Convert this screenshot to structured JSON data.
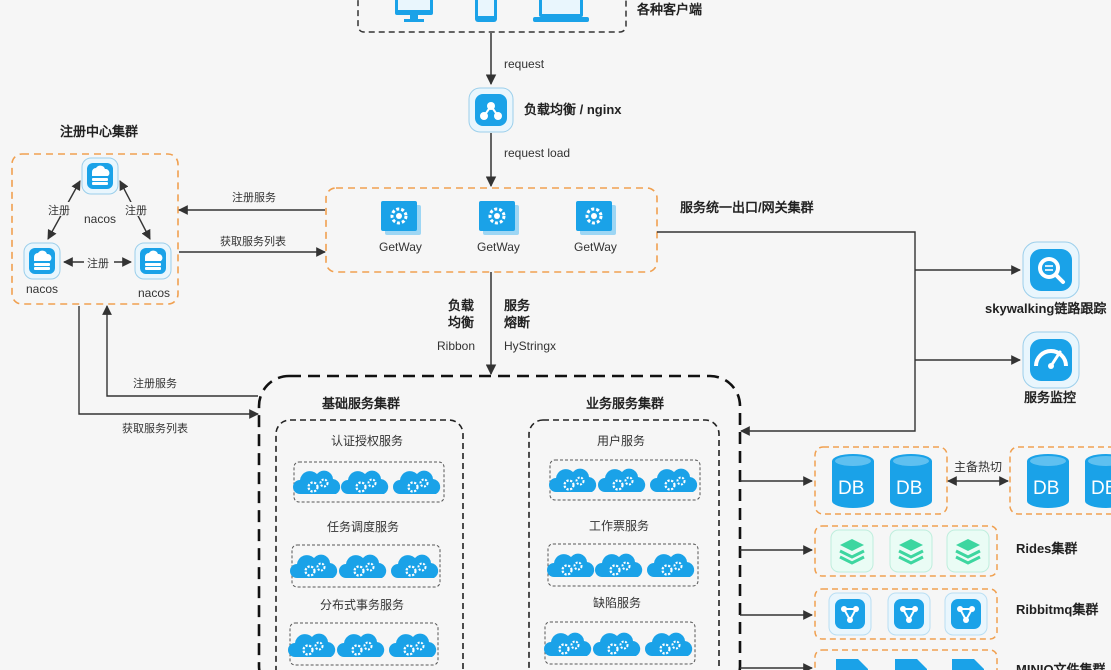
{
  "clients": {
    "label": "各种客户端"
  },
  "request_label": "request",
  "lb": {
    "label": "负载均衡 / nginx"
  },
  "request_load_label": "request load",
  "registry": {
    "title": "注册中心集群",
    "node_label": "nacos",
    "link_label": "注册"
  },
  "gateway": {
    "node_label": "GetWay",
    "cluster_label": "服务统一出口/网关集群",
    "register_label": "注册服务",
    "fetch_label": "获取服务列表"
  },
  "routing": {
    "lb_line1": "负载",
    "lb_line2": "均衡",
    "lb_tech": "Ribbon",
    "cb_line1": "服务",
    "cb_line2": "熔断",
    "cb_tech": "HyStringx"
  },
  "services_links": {
    "register_label": "注册服务",
    "fetch_label": "获取服务列表"
  },
  "basic_cluster": {
    "title": "基础服务集群",
    "groups": [
      "认证授权服务",
      "任务调度服务",
      "分布式事务服务"
    ]
  },
  "business_cluster": {
    "title": "业务服务集群",
    "groups": [
      "用户服务",
      "工作票服务",
      "缺陷服务"
    ]
  },
  "monitoring": {
    "skywalking_label": "skywalking链路跟踪",
    "monitor_label": "服务监控"
  },
  "storage": {
    "db_label": "DB",
    "hot_standby_label": "主备热切",
    "redis_label": "Rides集群",
    "rabbitmq_label": "Ribbitmq集群",
    "minio_label": "MINIO文件集群"
  },
  "colors": {
    "accent": "#1aa2e8",
    "orange": "#f0a050",
    "redis": "#3dd6a0",
    "line": "#333333"
  }
}
